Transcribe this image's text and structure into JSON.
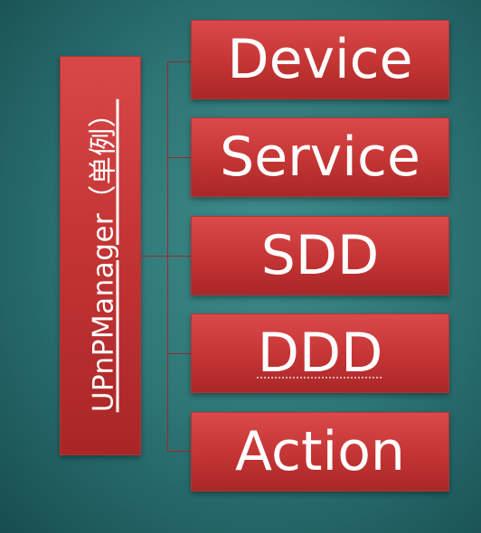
{
  "root": {
    "label": "UPnPManager（单例）"
  },
  "children": [
    {
      "label": "Device"
    },
    {
      "label": "Service"
    },
    {
      "label": "SDD"
    },
    {
      "label": "DDD"
    },
    {
      "label": "Action"
    }
  ],
  "colors": {
    "box_fill": "#c53535",
    "connector": "#9a2a2a",
    "background": "#2f7777",
    "text": "#ffffff"
  }
}
